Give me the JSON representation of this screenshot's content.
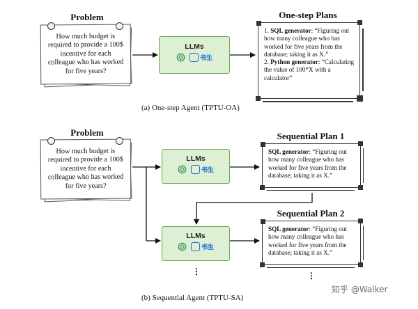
{
  "top": {
    "problem_title": "Problem",
    "problem_text": "How much budget is required to provide a 100$ incentive for each colleague who has worked for five years?",
    "llm_label": "LLMs",
    "plans_title": "One-step Plans",
    "plan_line_1_num": "1.",
    "plan_line_1_bold": "SQL generator",
    "plan_line_1_rest": ": “Figuring out how many colleague who has worked for five years from the database; taking it as X.”",
    "plan_line_2_num": "2.",
    "plan_line_2_bold": "Python generator",
    "plan_line_2_rest": ": “Calculating the value of 100*X with a calculator”",
    "caption": "(a)  One-step Agent (TPTU-OA)"
  },
  "bottom": {
    "problem_title": "Problem",
    "problem_text": "How much budget is required to provide a 100$ incentive for each colleague who has worked for five years?",
    "llm_label_1": "LLMs",
    "llm_label_2": "LLMs",
    "plan1_title": "Sequential Plan 1",
    "plan1_bold": "SQL generator",
    "plan1_rest": ": “Figuring out how many colleague who has worked for five years from the database; taking it as X.”",
    "plan2_title": "Sequential Plan 2",
    "plan2_bold": "SQL generator",
    "plan2_rest": ": “Figuring out how many colleague who has worked for five years from the database; taking it as X.”",
    "caption": "(b)  Sequential Agent (TPTU-SA)"
  },
  "logos": {
    "chinese_model_text": "书生"
  },
  "icons": [
    "openai-logo-icon",
    "intern-logo-icon",
    "pushpin-icon",
    "arrow-icon",
    "ellipsis-icon"
  ],
  "colors": {
    "llm_fill": "#ddf0d4",
    "llm_border": "#6aa84f",
    "openai_green": "#3c9a57",
    "intern_blue": "#1b6fd1"
  },
  "watermark": "知乎 @Walker"
}
